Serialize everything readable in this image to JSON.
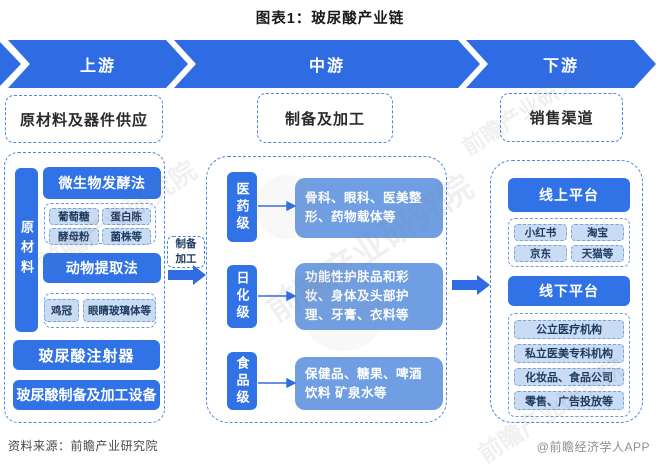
{
  "title": "图表1：玻尿酸产业链",
  "banner": {
    "upstream": "上游",
    "midstream": "中游",
    "downstream": "下游"
  },
  "upstream": {
    "header": "原材料及器件供应",
    "side_label": "原材料",
    "fermentation": {
      "title": "微生物发酵法",
      "items": [
        "葡萄糖",
        "蛋白陈",
        "酵母粉",
        "菌株等"
      ]
    },
    "animal": {
      "title": "动物提取法",
      "items": [
        "鸡冠",
        "眼睛玻璃体等"
      ]
    },
    "devices": [
      "玻尿酸注射器",
      "玻尿酸制备及加工设备"
    ]
  },
  "midstream": {
    "header": "制备及加工",
    "process_label": "制备\n加工",
    "levels": [
      {
        "grade": "医药级",
        "output": "骨科、眼科、医美整形、药物载体等"
      },
      {
        "grade": "日化级",
        "output": "功能性护肤品和彩妆、身体及头部护理、牙膏、衣料等"
      },
      {
        "grade": "食品级",
        "output": "保健品、糖果、啤酒饮料 矿泉水等"
      }
    ]
  },
  "downstream": {
    "header": "销售渠道",
    "online": {
      "title": "线上平台",
      "items": [
        "小红书",
        "淘宝",
        "京东",
        "天猫等"
      ]
    },
    "offline": {
      "title": "线下平台",
      "items": [
        "公立医疗机构",
        "私立医美专科机构",
        "化妆品、食品公司",
        "零售、广告投放等"
      ]
    }
  },
  "footer": {
    "source": "资料来源：前瞻产业研究院",
    "credit": "@前瞻经济学人APP"
  },
  "watermark": {
    "brand": "前瞻产业研究院"
  },
  "colors": {
    "primary": "#2f6ce4",
    "solid_box": "#3173e6",
    "medium_box": "#6f9fe2",
    "light_item_bg": "#c9dcf4",
    "light_item_text": "#1f3a60",
    "dashed_border": "#4d86e0",
    "header_text": "#2b2b2b"
  }
}
